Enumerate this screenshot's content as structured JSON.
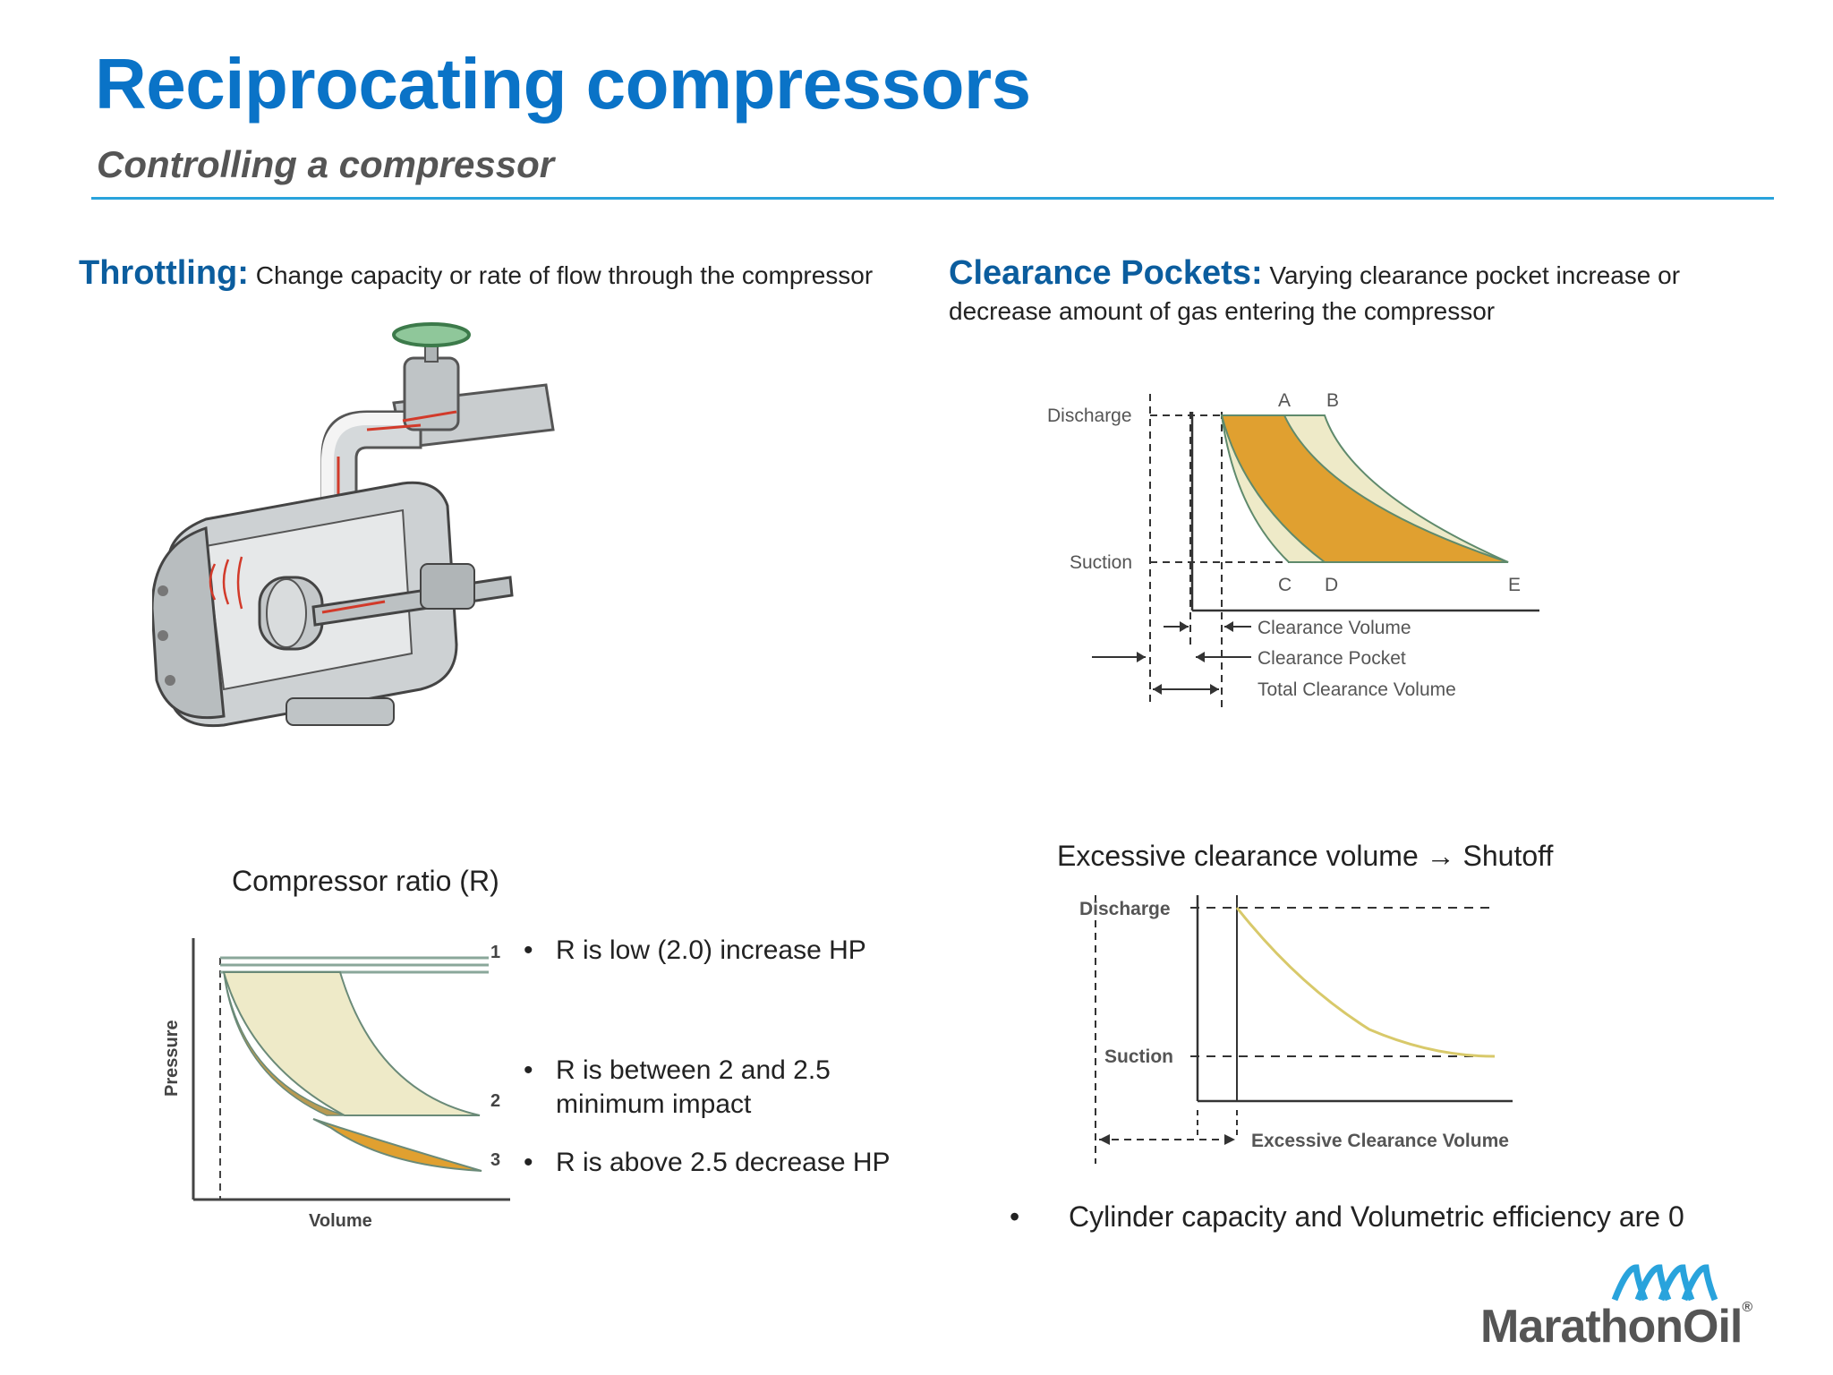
{
  "header": {
    "title": "Reciprocating compressors",
    "subtitle": "Controlling a compressor"
  },
  "throttling": {
    "keyword": "Throttling:",
    "description": " Change capacity or rate of flow through the compressor"
  },
  "clearance": {
    "keyword": "Clearance Pockets:",
    "description": " Varying clearance pocket increase or decrease amount of gas entering the compressor"
  },
  "pv_diagram": {
    "labels": {
      "discharge": "Discharge",
      "suction": "Suction",
      "a": "A",
      "b": "B",
      "c": "C",
      "d": "D",
      "e": "E",
      "clearance_volume": "Clearance Volume",
      "clearance_pocket": "Clearance Pocket",
      "total_clearance_volume": "Total Clearance Volume"
    }
  },
  "ratio": {
    "caption": "Compressor ratio (R)",
    "axis_x": "Volume",
    "axis_y": "Pressure",
    "curve_labels": [
      "1",
      "2",
      "3"
    ],
    "bullets": [
      "R is low (2.0) increase HP",
      "R is between 2 and 2.5 minimum impact",
      "R is above 2.5 decrease HP"
    ]
  },
  "shutoff": {
    "caption": "Excessive clearance volume → Shutoff",
    "labels": {
      "discharge": "Discharge",
      "suction": "Suction",
      "excessive_clearance_volume": "Excessive Clearance Volume"
    },
    "bullet": "Cylinder capacity and Volumetric efficiency are 0"
  },
  "bullet_symbol": "•",
  "logo": {
    "name": "MarathonOil",
    "registered": "®",
    "accent_color": "#29a3dc"
  },
  "colors": {
    "title": "#0a73c7",
    "heading": "#0b5d9e",
    "rule": "#29a3dc",
    "diagram_fill_orange": "#e0a030",
    "diagram_fill_cream": "#eeeac8"
  }
}
